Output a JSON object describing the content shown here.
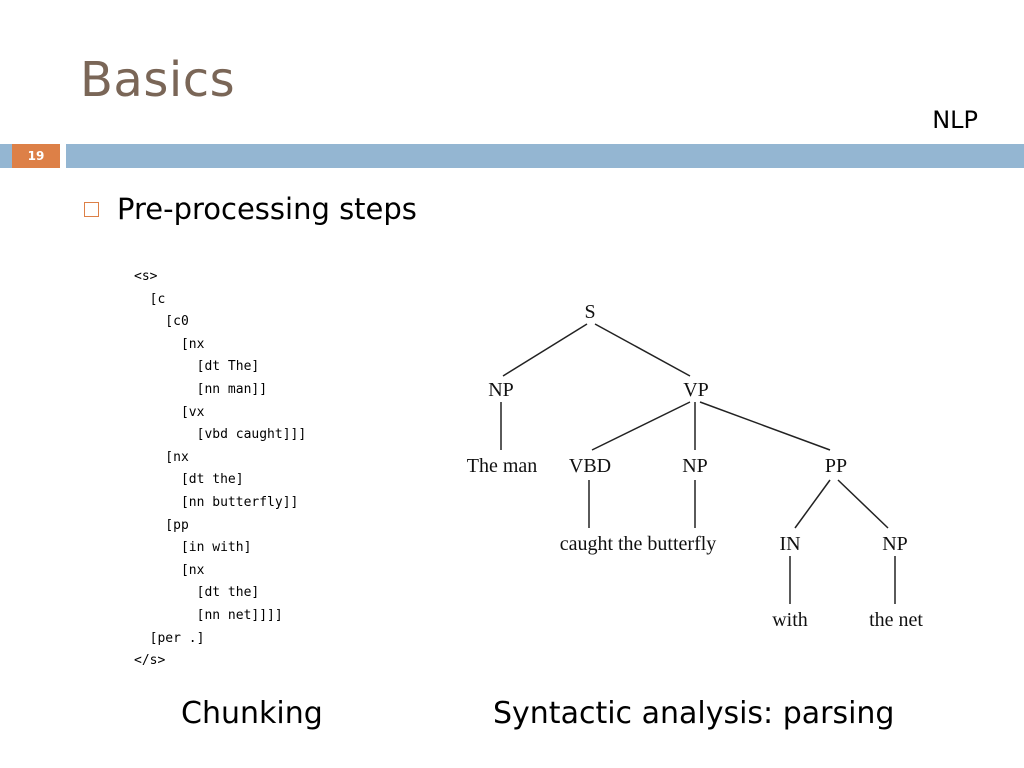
{
  "slide": {
    "title": "Basics",
    "corner_label": "NLP",
    "number": "19"
  },
  "bullet": {
    "text": "Pre-processing steps"
  },
  "chunking": {
    "lines": [
      "<s>",
      "  [c",
      "    [c0",
      "      [nx",
      "        [dt The]",
      "        [nn man]]",
      "      [vx",
      "        [vbd caught]]]",
      "    [nx",
      "      [dt the]",
      "      [nn butterfly]]",
      "    [pp",
      "      [in with]",
      "      [nx",
      "        [dt the]",
      "        [nn net]]]]",
      "  [per .]",
      "</s>"
    ]
  },
  "tree": {
    "root": "S",
    "np": "NP",
    "vp": "VP",
    "the_man": "The man",
    "vbd": "VBD",
    "vp_np": "NP",
    "pp": "PP",
    "caught_the_butterfly": "caught the butterfly",
    "in": "IN",
    "pp_np": "NP",
    "with": "with",
    "the_net": "the net"
  },
  "captions": {
    "left": "Chunking",
    "right": "Syntactic analysis: parsing"
  },
  "colors": {
    "title": "#7a6657",
    "band": "#94b6d2",
    "accent": "#dd8047"
  }
}
